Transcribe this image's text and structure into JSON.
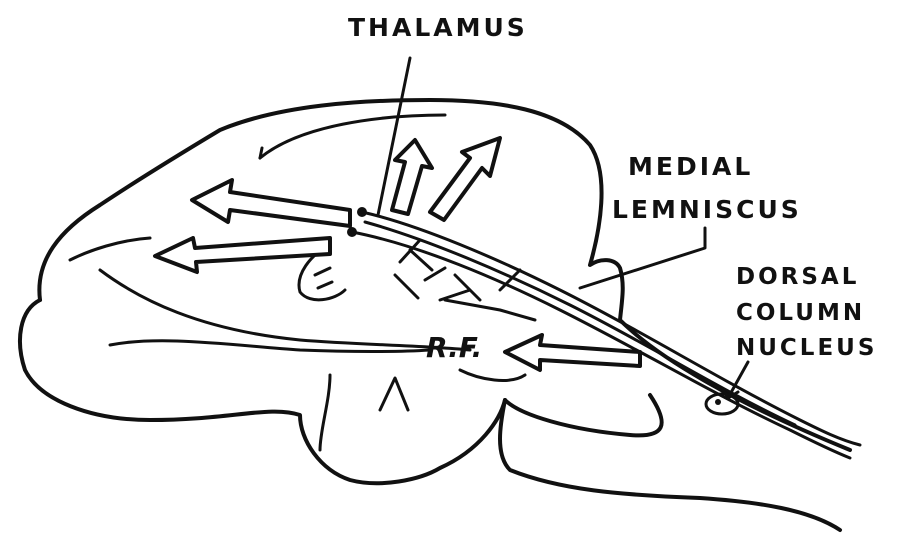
{
  "labels": {
    "thalamus": "THALAMUS",
    "medial_lemniscus_line1": "MEDIAL",
    "medial_lemniscus_line2": "LEMNISCUS",
    "dorsal_column_line1": "DORSAL",
    "dorsal_column_line2": "COLUMN",
    "dorsal_column_line3": "NUCLEUS",
    "reticular_formation": "R.F."
  },
  "colors": {
    "ink": "#111111",
    "background": "#ffffff"
  }
}
